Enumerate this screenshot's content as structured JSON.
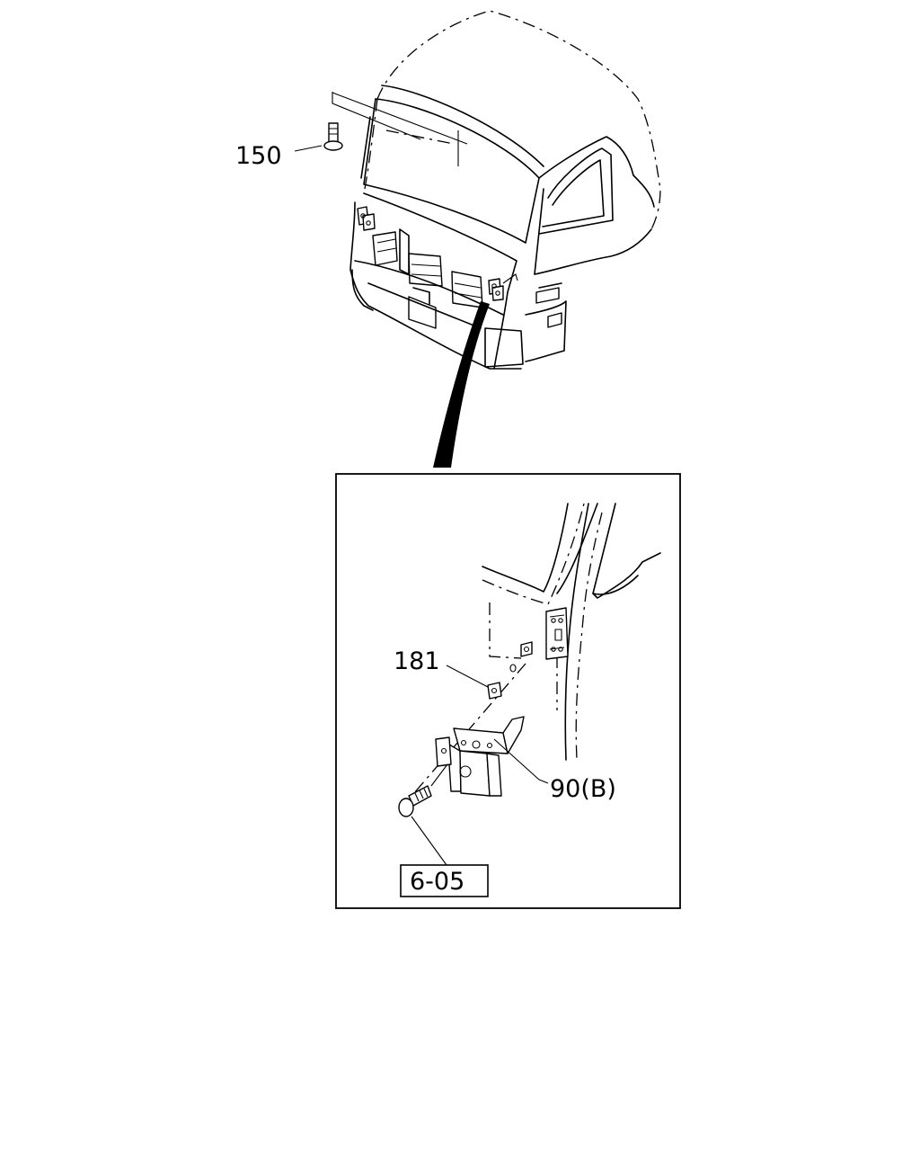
{
  "callouts": {
    "part_150": "150",
    "part_181": "181",
    "part_90b": "90(B)",
    "ref_6_05": "6-05"
  }
}
